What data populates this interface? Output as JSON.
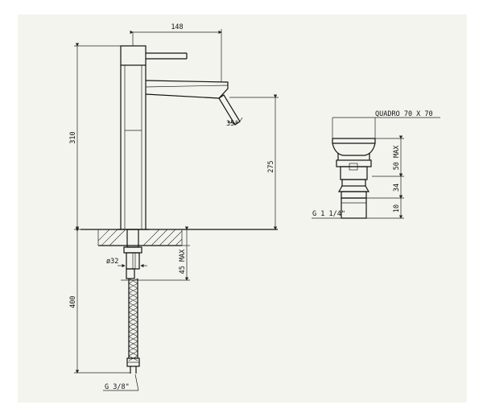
{
  "dimensions": {
    "width_148": "148",
    "height_310": "310",
    "height_275": "275",
    "angle_35": "35°",
    "dia_32": "ø32",
    "max_45": "45 MAX",
    "length_400": "400",
    "thread_g38": "G 3/8\"",
    "quadro": "QUADRO 70 X 70",
    "max_50": "50 MAX",
    "dim_34": "34",
    "dim_10": "10",
    "thread_g114": "G 1 1/4\""
  },
  "colors": {
    "background": "#f4f4ef",
    "line": "#111111"
  }
}
